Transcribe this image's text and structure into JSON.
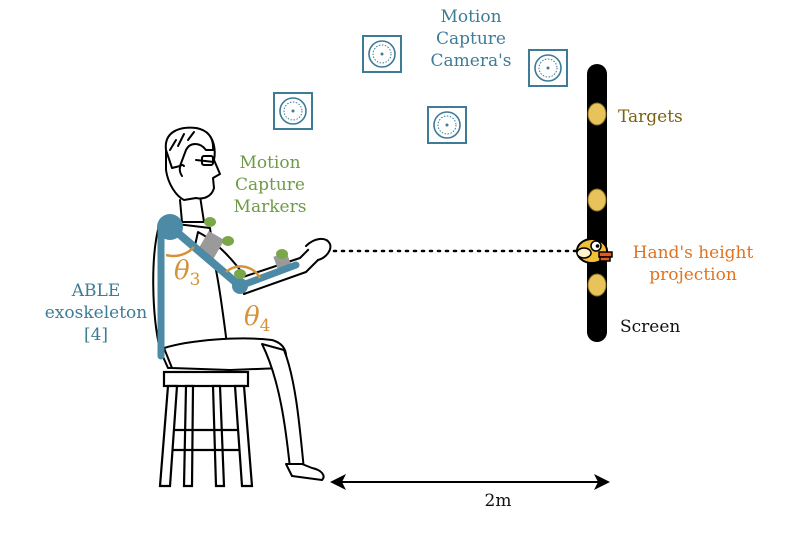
{
  "labels": {
    "cameras": [
      "Motion",
      "Capture",
      "Camera's"
    ],
    "markers": [
      "Motion",
      "Capture",
      "Markers"
    ],
    "exoskeleton": [
      "ABLE",
      "exoskeleton",
      "[4]"
    ],
    "targets": "Targets",
    "projection": [
      "Hand's height",
      "projection"
    ],
    "screen": "Screen",
    "distance": "2m",
    "theta3": "θ",
    "theta3_sub": "3",
    "theta4": "θ",
    "theta4_sub": "4"
  },
  "colors": {
    "camera": "#3d7b96",
    "exoskeleton": "#4d8aa6",
    "marker": "#7aa848",
    "target": "#e8c25a",
    "projection": "#e0731f",
    "angle": "#d4933a",
    "cuff": "#9a9a9a",
    "screen": "#000000"
  },
  "icons": [
    "camera-icon",
    "target-icon",
    "flappy-bird-icon",
    "person-figure",
    "stool-icon"
  ]
}
